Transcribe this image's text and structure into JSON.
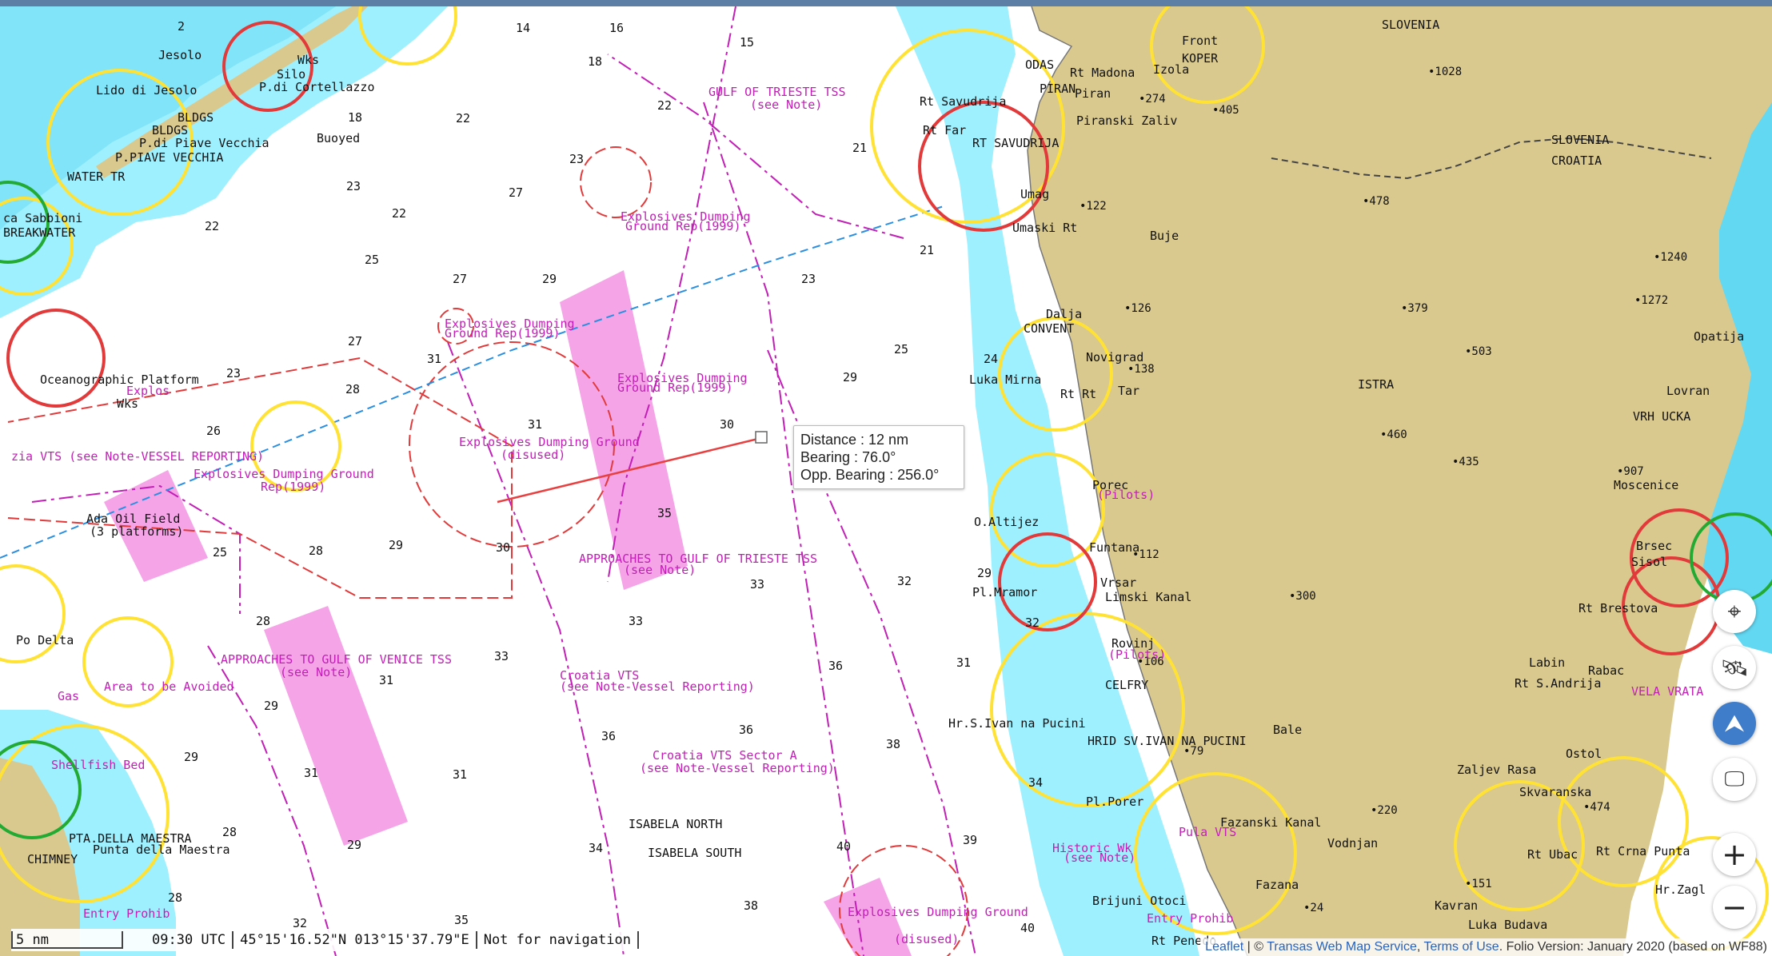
{
  "measure": {
    "distance": "Distance : 12 nm",
    "bearing": "Bearing : 76.0°",
    "opp_bearing": "Opp. Bearing : 256.0°"
  },
  "statusbar": {
    "scale": "5 nm",
    "time": "09:30 UTC",
    "position": "45°15'16.52\"N 013°15'37.79\"E",
    "notice": "Not for navigation"
  },
  "attribution": {
    "leaflet": "Leaflet",
    "sep": " | © ",
    "transas": "Transas Web Map Service",
    "comma": ", ",
    "terms": "Terms of Use",
    "folio": ". Folio Version: January 2020 (based on WF88)"
  },
  "controls": {
    "locate": "locate-icon",
    "satellite": "satellite-icon",
    "north": "north-arrow-icon",
    "screen": "screen-icon",
    "zoom_in": "+",
    "zoom_out": "−"
  },
  "colors": {
    "land": "#d9c98f",
    "shallow": "#9ff0ff",
    "deep": "#ffffff",
    "magenta": "#c21fb6",
    "yellow_light": "#ffe233",
    "red_light": "#e23a3a",
    "measure_line": "#e84040"
  },
  "place_labels": {
    "slovenia1": "SLOVENIA",
    "slovenia2": "SLOVENIA",
    "croatia": "CROATIA",
    "istra": "ISTRA",
    "jesolo": "Jesolo",
    "lido": "Lido di Jesolo",
    "silo": "Silo",
    "wks": "Wks",
    "pdicortellazzo": "P.di Cortellazzo",
    "bldgs1": "BLDGS",
    "bldgs2": "BLDGS",
    "buoyed": "Buoyed",
    "piave": "P.di Piave Vecchia",
    "piave2": "P.PIAVE VECCHIA",
    "watertr": "WATER TR",
    "sabbioni": "ca Sabbioni",
    "breakwater": "BREAKWATER",
    "oceanographic": "Oceanographic Platform",
    "explos": "Explos",
    "wks2": "Wks",
    "adaoil": "Ada Oil Field",
    "platforms": "(3 platforms)",
    "podelta": "Po Delta",
    "gas": "Gas",
    "shellfish": "Shellfish Bed",
    "ptadella": "PTA.DELLA MAESTRA",
    "puntadella": "Punta della Maestra",
    "chimney": "CHIMNEY",
    "entryprohib": "Entry Prohib",
    "fronte": "Front",
    "koper": "KOPER",
    "izola": "Izola",
    "madona": "Rt Madona",
    "odas": "ODAS",
    "piran": "Piran",
    "piran2": "PIRAN",
    "piranskizaliv": "Piranski Zaliv",
    "rtsavudrija": "Rt Savudrija",
    "rtfar": "Rt Far",
    "rtsavudrija2": "RT SAVUDRIJA",
    "umag": "Umag",
    "umaskirt": "Umaski Rt",
    "buje": "Buje",
    "dalja": "Dalja",
    "convent": "CONVENT",
    "novigrad": "Novigrad",
    "lukamirna": "Luka Mirna",
    "rtrt": "Rt Rt",
    "tar": "Tar",
    "porec": "Porec",
    "pilots1": "(Pilots)",
    "oaltijez": "O.Altijez",
    "funtana": "Funtana",
    "plmramor": "Pl.Mramor",
    "vrsar": "Vrsar",
    "limski": "Limski Kanal",
    "rovinj": "Rovinj",
    "pilots2": "(Pilots)",
    "celfry": "CELFRY",
    "hrsivan": "Hr.S.Ivan na Pucini",
    "hridsv": "HRID SV.IVAN NA PUCINI",
    "bale": "Bale",
    "plporer": "Pl.Porer",
    "fazanski": "Fazanski Kanal",
    "vodnjan": "Vodnjan",
    "fazana": "Fazana",
    "brijuni": "Brijuni Otoci",
    "entryprohib2": "Entry Prohib",
    "rtpenedo": "Rt Penedo",
    "kavran": "Kavran",
    "lukabudava": "Luka Budava",
    "zaljevrasa": "Zaljev Rasa",
    "skvaranska": "Skvaranska",
    "ostol": "Ostol",
    "rtubac": "Rt Ubac",
    "rtcrna": "Rt Crna Punta",
    "hrzagl": "Hr.Zagl",
    "labin": "Labin",
    "rabac": "Rabac",
    "rtsandrija": "Rt S.Andrija",
    "velavrata": "VELA VRATA",
    "rtbrestova": "Rt Brestova",
    "brsec": "Brsec",
    "sisol": "Sisol",
    "moscenice": "Moscenice",
    "lovran": "Lovran",
    "vrhucka": "VRH UCKA",
    "opatija": "Opatija"
  },
  "chart_labels": {
    "gulftss": "GULF OF TRIESTE TSS",
    "gulftss_note": "(see Note)",
    "expdump1": "Explosives Dumping",
    "expdump1b": "Ground Rep(1999)",
    "expdump2": "Explosives Dumping",
    "expdump2b": "Ground Rep(1999)",
    "expdump3": "Explosives Dumping",
    "expdump3b": "Ground Rep(1999)",
    "expdisused": "Explosives Dumping Ground",
    "expdisusedb": "(disused)",
    "expground4": "Explosives Dumping Ground",
    "expground4b": "Rep(1999)",
    "vts": "zia VTS (see Note-VESSEL REPORTING)",
    "approaches_trieste": "APPROACHES TO GULF OF TRIESTE TSS",
    "approaches_trieste_note": "(see Note)",
    "approaches_venice": "APPROACHES TO GULF OF VENICE TSS",
    "approaches_venice_note": "(see Note)",
    "croatia_vts": "Croatia VTS",
    "croatia_vts_note": "(see Note-Vessel Reporting)",
    "croatia_vts_a": "Croatia VTS Sector A",
    "croatia_vts_a_note": "(see Note-Vessel Reporting)",
    "area_avoided": "Area to be Avoided",
    "isabela_n": "ISABELA NORTH",
    "isabela_s": "ISABELA SOUTH",
    "historic": "Historic Wk",
    "historic_note": "(see Note)",
    "pula_vts": "Pula VTS",
    "expground5": "Explosives Dumping Ground",
    "expground5b": "(disused)"
  }
}
